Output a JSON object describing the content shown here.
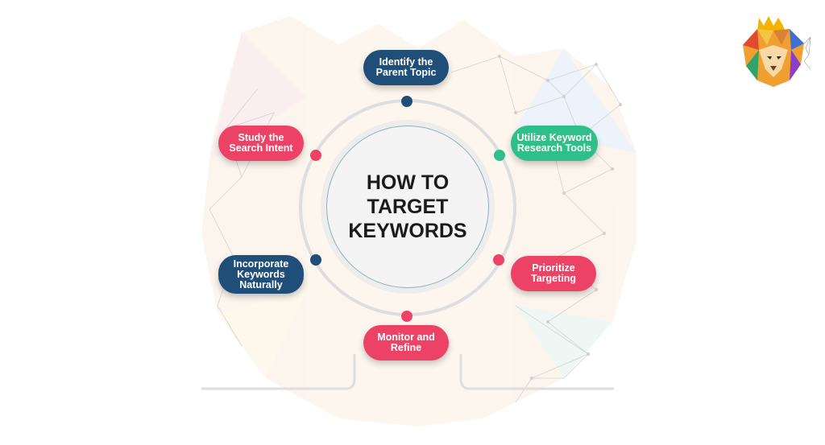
{
  "diagram": {
    "center_title": "HOW TO\nTARGET\nKEYWORDS",
    "steps": [
      {
        "label": "Identify the\nParent Topic",
        "color": "#1f4e79"
      },
      {
        "label": "Utilize Keyword\nResearch Tools",
        "color": "#2fbf8a"
      },
      {
        "label": "Prioritize\nTargeting",
        "color": "#ec4266"
      },
      {
        "label": "Monitor and\nRefine",
        "color": "#ec4266"
      },
      {
        "label": "Incorporate\nKeywords\nNaturally",
        "color": "#1f4e79"
      },
      {
        "label": "Study the\nSearch Intent",
        "color": "#ec4266"
      }
    ]
  },
  "brand": {
    "logo_icon": "lion-crown-logo-icon",
    "crown_color": "#f2b400"
  }
}
